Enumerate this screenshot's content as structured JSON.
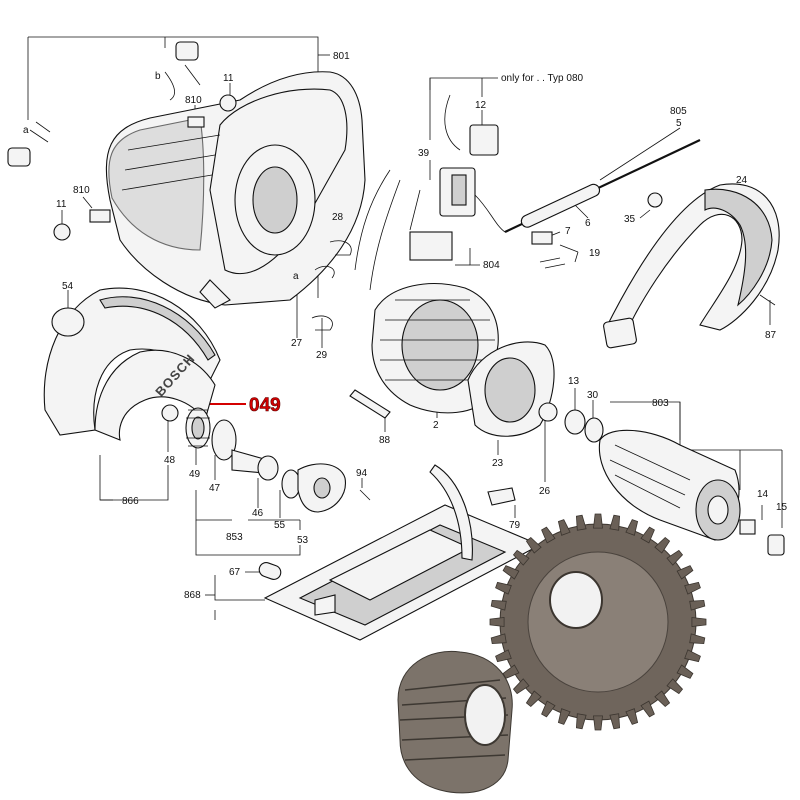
{
  "diagram": {
    "note_label": "only for . . Typ 080",
    "brand_text": "BOSCH",
    "highlight_label": "049",
    "highlight_color": "#d40000",
    "labels": {
      "l801": "801",
      "l11a": "11",
      "l810a": "810",
      "la1": "a",
      "lb1": "b",
      "l810b": "810",
      "l11b": "11",
      "l12": "12",
      "l39": "39",
      "l805": "805",
      "l5": "5",
      "l24": "24",
      "l35": "35",
      "l6": "6",
      "l7": "7",
      "l19": "19",
      "l804": "804",
      "l28": "28",
      "la2": "a",
      "l27": "27",
      "l29": "29",
      "l87": "87",
      "l54": "54",
      "l88": "88",
      "l2": "2",
      "l13": "13",
      "l30": "30",
      "l803": "803",
      "l48": "48",
      "l49": "49",
      "l47": "47",
      "l94": "94",
      "l23": "23",
      "l26": "26",
      "l14": "14",
      "l15": "15",
      "l866": "866",
      "l46": "46",
      "l55": "55",
      "l79": "79",
      "l853": "853",
      "l53": "53",
      "l67": "67",
      "l868": "868"
    }
  }
}
